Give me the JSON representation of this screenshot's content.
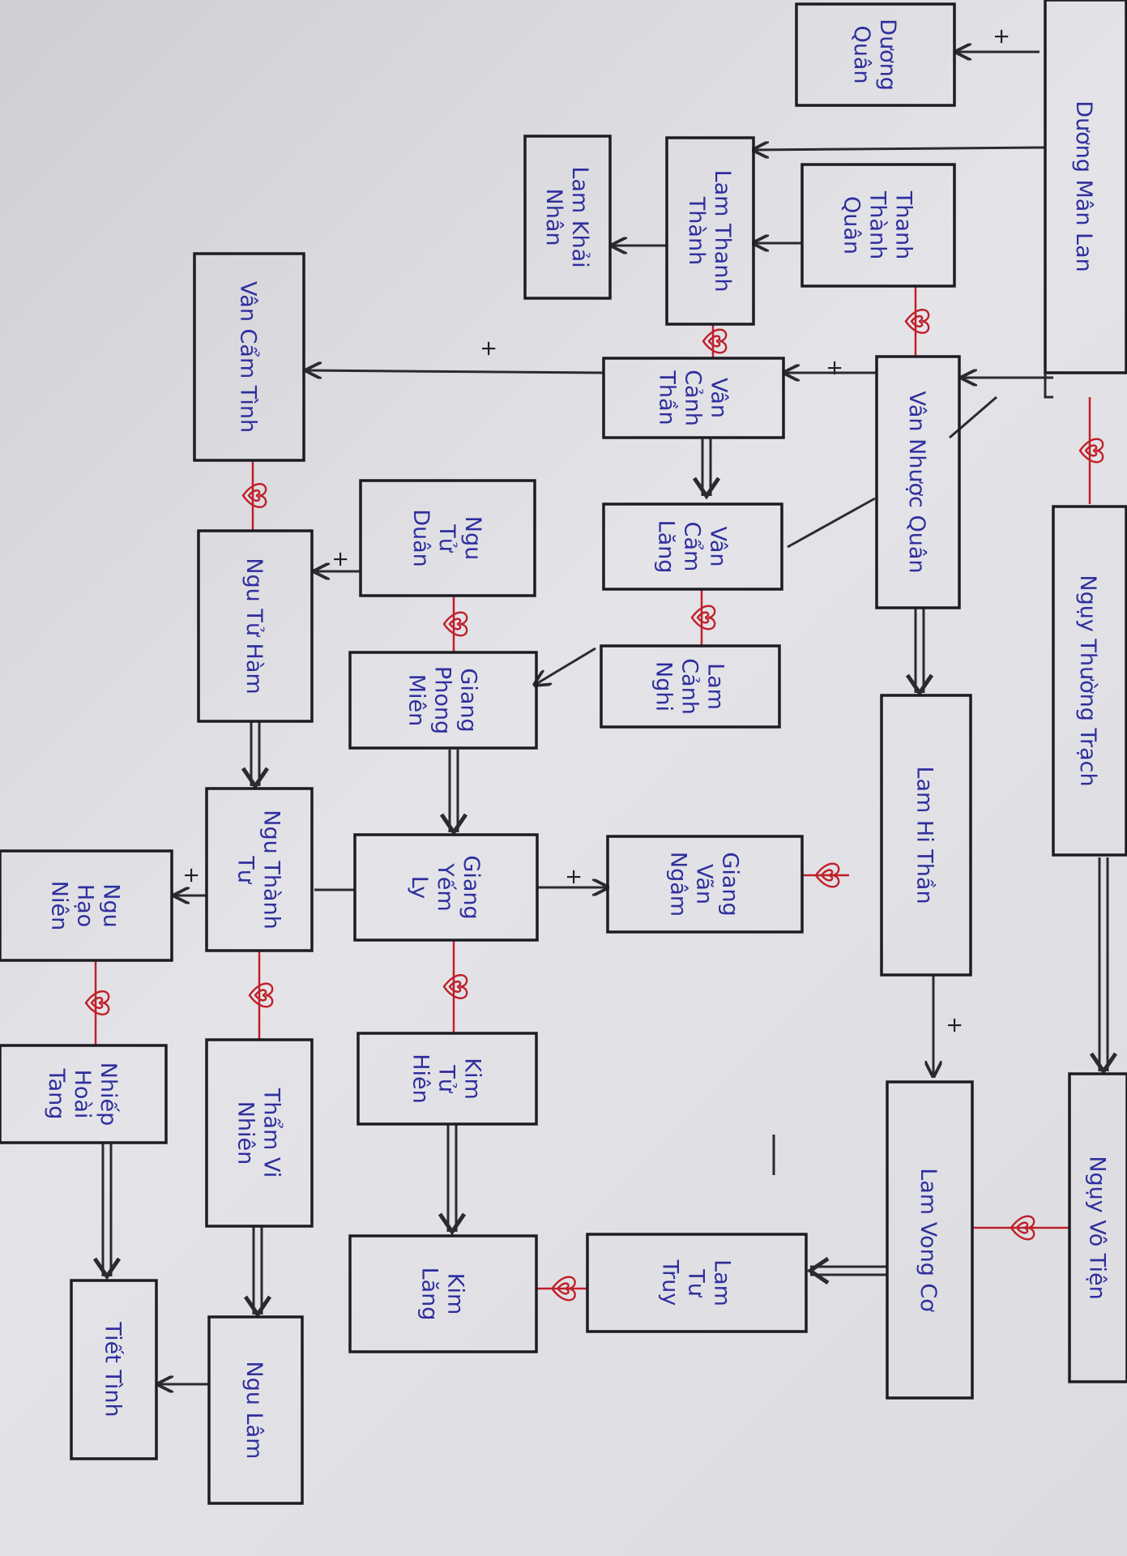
{
  "diagram": {
    "nodes": [
      {
        "id": "duong-man-lan",
        "lines": [
          "Dương Mân Lan"
        ]
      },
      {
        "id": "nguy-thuong-trach",
        "lines": [
          "Ngụy Thường Trạch"
        ]
      },
      {
        "id": "nguy-vo-tien",
        "lines": [
          "Ngụy Vô Tiện"
        ]
      },
      {
        "id": "duong-quan",
        "lines": [
          "Dương",
          "Quân"
        ]
      },
      {
        "id": "thanh-thanh-quan",
        "lines": [
          "Thanh",
          "Thành",
          "Quân"
        ]
      },
      {
        "id": "lam-thanh-thanh",
        "lines": [
          "Lam Thanh",
          "Thành"
        ]
      },
      {
        "id": "lam-khai-nhan",
        "lines": [
          "Lam Khải",
          "Nhân"
        ]
      },
      {
        "id": "van-nhuoc-quan",
        "lines": [
          "Vân Nhược Quân"
        ]
      },
      {
        "id": "van-canh-than",
        "lines": [
          "Vân",
          "Cảnh",
          "Thần"
        ]
      },
      {
        "id": "van-cam-lang",
        "lines": [
          "Vân",
          "Cẩm",
          "Lăng"
        ]
      },
      {
        "id": "lam-canh-nghi",
        "lines": [
          "Lam",
          "Cảnh",
          "Nghi"
        ]
      },
      {
        "id": "van-cam-tinh",
        "lines": [
          "Vân Cẩm Tình"
        ]
      },
      {
        "id": "ngu-tu-duan",
        "lines": [
          "Ngu",
          "Tử",
          "Duân"
        ]
      },
      {
        "id": "ngu-tu-ham",
        "lines": [
          "Ngu Tử Hàm"
        ]
      },
      {
        "id": "giang-phong-mien",
        "lines": [
          "Giang",
          "Phong",
          "Miên"
        ]
      },
      {
        "id": "lam-hi-than",
        "lines": [
          "Lam Hi Thần"
        ]
      },
      {
        "id": "giang-van-ngam",
        "lines": [
          "Giang",
          "Vãn",
          "Ngâm"
        ]
      },
      {
        "id": "giang-yem-ly",
        "lines": [
          "Giang",
          "Yếm",
          "Ly"
        ]
      },
      {
        "id": "ngu-thanh-tu",
        "lines": [
          "Ngu Thành",
          "Tư"
        ]
      },
      {
        "id": "ngu-hao-nien",
        "lines": [
          "Ngu",
          "Hạo",
          "Niên"
        ]
      },
      {
        "id": "kim-tu-hien",
        "lines": [
          "Kim",
          "Tử",
          "Hiên"
        ]
      },
      {
        "id": "tham-vi-nhien",
        "lines": [
          "Thẩm Vi",
          "Nhiên"
        ]
      },
      {
        "id": "nhiep-hoai-tang",
        "lines": [
          "Nhiếp",
          "Hoài",
          "Tang"
        ]
      },
      {
        "id": "lam-vong-co",
        "lines": [
          "Lam Vong Cơ"
        ]
      },
      {
        "id": "lam-tu-truy",
        "lines": [
          "Lam",
          "Tư",
          "Truy"
        ]
      },
      {
        "id": "kim-lang",
        "lines": [
          "Kim",
          "Lăng"
        ]
      },
      {
        "id": "ngu-lam",
        "lines": [
          "Ngu Lâm"
        ]
      },
      {
        "id": "tiet-tinh",
        "lines": [
          "Tiết Tình"
        ]
      }
    ],
    "plus_label": "+",
    "colors": {
      "ink": "#1c1c22",
      "name_text": "#2f2f9e",
      "marriage": "#c0202a"
    }
  }
}
